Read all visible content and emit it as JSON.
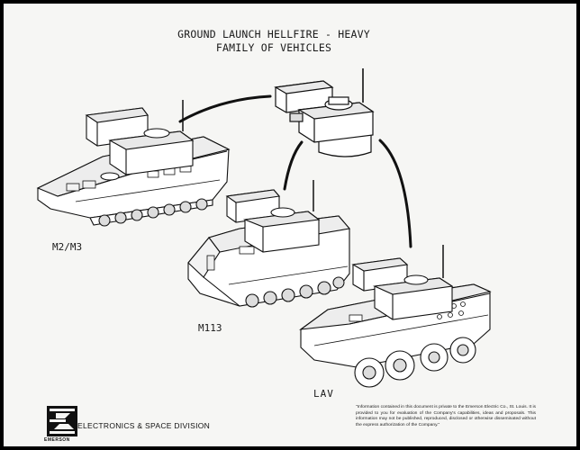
{
  "title": {
    "line1": "GROUND LAUNCH HELLFIRE - HEAVY",
    "line2": "FAMILY OF VEHICLES"
  },
  "vehicles": [
    "M2/M3",
    "M113",
    "LAV"
  ],
  "logo": {
    "caption": "EMERSON"
  },
  "footer": {
    "division": "ELECTRONICS & SPACE DIVISION",
    "notice": "\"Information contained in this document is private to the Emerson Electric Co., St. Louis. It is provided to you for evaluation of the Company's capabilities, ideas and proposals. This information may not be published, reproduced, disclosed or otherwise disseminated without the express authorization of the Company.\""
  }
}
